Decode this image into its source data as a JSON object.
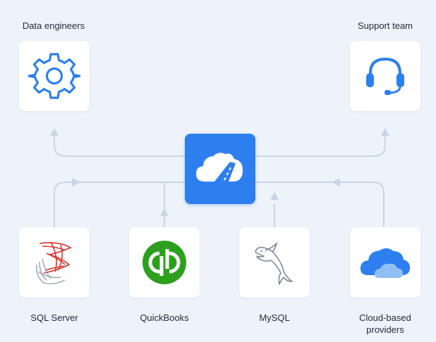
{
  "top": {
    "left_label": "Data engineers",
    "right_label": "Support team"
  },
  "hub": {
    "icon": "cloud-road-icon"
  },
  "sources": [
    {
      "label": "SQL Server",
      "icon": "sql-server-icon"
    },
    {
      "label": "QuickBooks",
      "icon": "quickbooks-icon"
    },
    {
      "label": "MySQL",
      "icon": "mysql-dolphin-icon"
    },
    {
      "label": "Cloud-based\nproviders",
      "icon": "cloud-icon"
    }
  ],
  "colors": {
    "background": "#eef3fa",
    "accent": "#2d7ff0",
    "connector": "#c7d5e6",
    "quickbooks": "#2ca01c"
  }
}
